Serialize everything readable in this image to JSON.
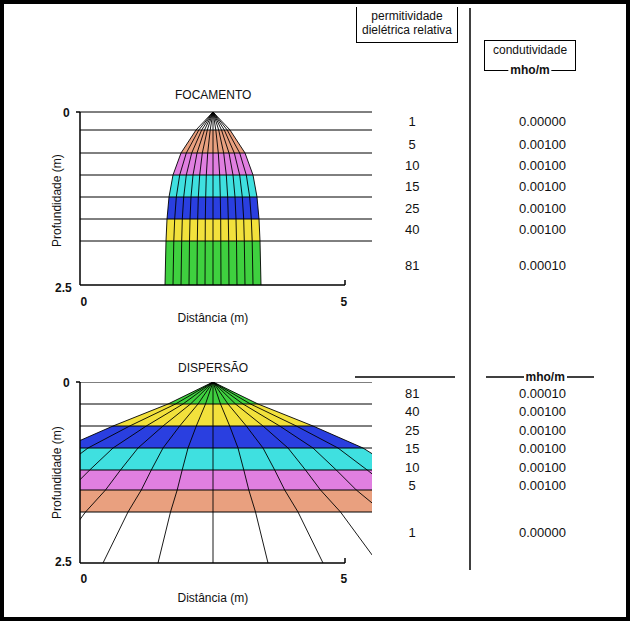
{
  "diagram": {
    "nodes": [
      {
        "text": [
          "permitividade dielétrica relativa"
        ]
      },
      {
        "text": [
          "condutividade",
          "mho/m"
        ]
      }
    ],
    "labels": [
      "FOCAMENTO",
      "0",
      "Profundidade (m)",
      "2.5",
      "0",
      "5",
      "Distância (m)",
      "1",
      "5",
      "10",
      "15",
      "25",
      "40",
      "81",
      "0.00000",
      "0.00100",
      "0.00100",
      "0.00100",
      "0.00100",
      "0.00100",
      "0.00010",
      "DISPERSÃO",
      "0",
      "Profundidade (m)",
      "2.5",
      "0",
      "5",
      "Distância (m)",
      "mho/m",
      "81",
      "40",
      "25",
      "15",
      "10",
      "5",
      "1",
      "0.00010",
      "0.00100",
      "0.00100",
      "0.00100",
      "0.00100",
      "0.00100",
      "0.00000"
    ]
  }
}
